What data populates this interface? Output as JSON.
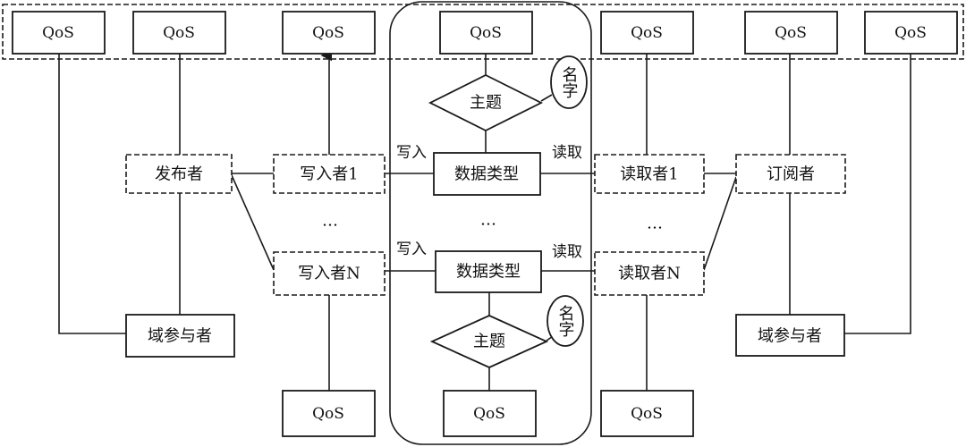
{
  "colors": {
    "stroke": "#1a1a1a",
    "background": "#ffffff"
  },
  "qos": "QoS",
  "nodes": {
    "publisher": "发布者",
    "subscriber": "订阅者",
    "writer1": "写入者1",
    "writerN": "写入者N",
    "reader1": "读取者1",
    "readerN": "读取者N",
    "domain_participant_left": "域参与者",
    "domain_participant_right": "域参与者",
    "data_type_top": "数据类型",
    "data_type_bottom": "数据类型",
    "topic_top": "主题",
    "topic_bottom": "主题",
    "name_top": "名字",
    "name_bottom": "名字"
  },
  "labels": {
    "write_top": "写入",
    "write_bottom": "写入",
    "read_top": "读取",
    "read_bottom": "读取"
  },
  "ellipses": {
    "left": "…",
    "middle": "…",
    "right": "…"
  }
}
